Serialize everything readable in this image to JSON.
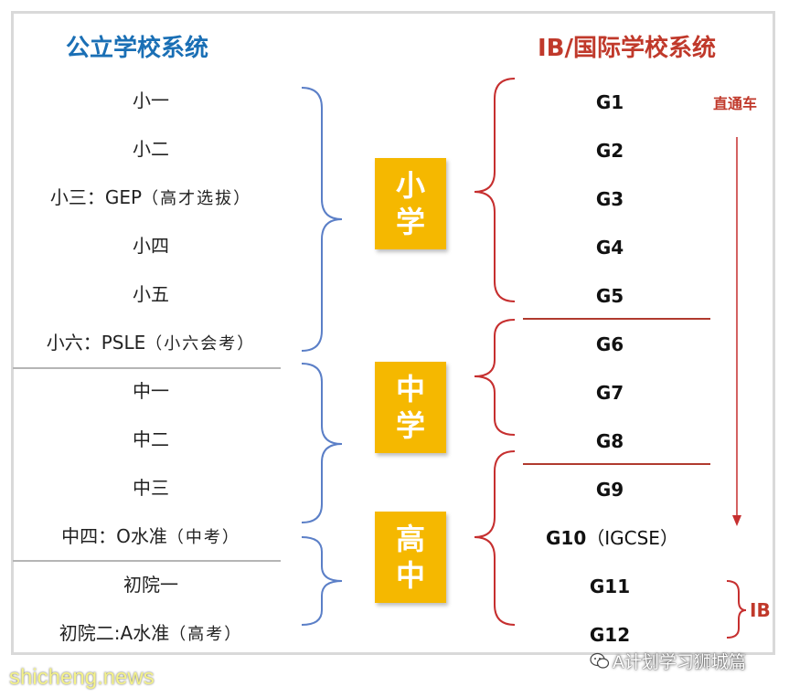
{
  "left_title": "公立学校系统",
  "right_title": "IB/国际学校系统",
  "public_levels": [
    {
      "label": "小一",
      "note": ""
    },
    {
      "label": "小二",
      "note": ""
    },
    {
      "label": "小三：GEP",
      "note": "（高才选拔）"
    },
    {
      "label": "小四",
      "note": ""
    },
    {
      "label": "小五",
      "note": ""
    },
    {
      "label": "小六：PSLE",
      "note": "（小六会考）"
    },
    {
      "label": "中一",
      "note": ""
    },
    {
      "label": "中二",
      "note": ""
    },
    {
      "label": "中三",
      "note": ""
    },
    {
      "label": "中四：O水准",
      "note": "（中考）"
    },
    {
      "label": "初院一",
      "note": ""
    },
    {
      "label": "初院二:A水准",
      "note": "（高考）"
    }
  ],
  "stages": [
    "小学",
    "中学",
    "高中"
  ],
  "grades": [
    {
      "label": "G1",
      "note": ""
    },
    {
      "label": "G2",
      "note": ""
    },
    {
      "label": "G3",
      "note": ""
    },
    {
      "label": "G4",
      "note": ""
    },
    {
      "label": "G5",
      "note": ""
    },
    {
      "label": "G6",
      "note": ""
    },
    {
      "label": "G7",
      "note": ""
    },
    {
      "label": "G8",
      "note": ""
    },
    {
      "label": "G9",
      "note": ""
    },
    {
      "label": "G10",
      "note": "（IGCSE）"
    },
    {
      "label": "G11",
      "note": ""
    },
    {
      "label": "G12",
      "note": ""
    }
  ],
  "annotations": {
    "straight_through": "直通车",
    "ib": "IB"
  },
  "watermarks": {
    "wechat": "A计划学习狮城篇",
    "site": "shicheng.news"
  },
  "colors": {
    "public_blue": "#1a6fb5",
    "ib_red": "#c0392b",
    "stage_yellow": "#f5b800",
    "bracket_blue": "#5b7fc7",
    "bracket_red": "#c62f2f"
  }
}
